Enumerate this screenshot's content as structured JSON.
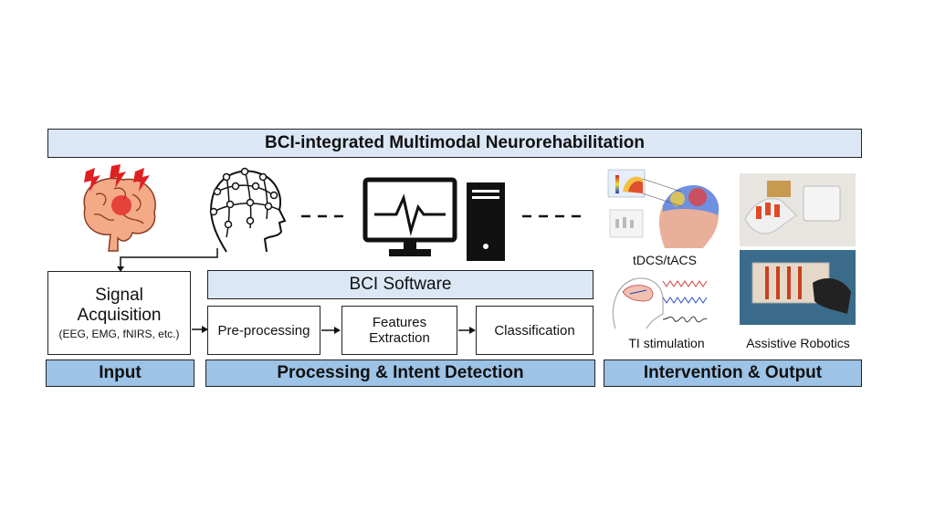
{
  "title": "BCI-integrated Multimodal Neurorehabilitation",
  "input": {
    "signal_box": {
      "line1": "Signal",
      "line2": "Acquisition",
      "sub": "(EEG, EMG, fNIRS, etc.)"
    },
    "section_label": "Input"
  },
  "processing": {
    "software_label": "BCI Software",
    "steps": [
      {
        "line1": "Pre-processing",
        "line2": ""
      },
      {
        "line1": "Features",
        "line2": "Extraction"
      },
      {
        "line1": "Classification",
        "line2": ""
      }
    ],
    "section_label": "Processing & Intent Detection"
  },
  "output": {
    "images": [
      {
        "caption": "tDCS/tACS",
        "icon": "brain-stimulation-model-image"
      },
      {
        "caption": "Assistive Robotics",
        "icon": "robotic-hand-photo"
      },
      {
        "caption": "TI stimulation",
        "icon": "ti-waveform-diagram"
      }
    ],
    "section_label": "Intervention & Output"
  },
  "colors": {
    "title_bg": "#dbe7f5",
    "section_bg": "#9dc3e6",
    "brain": "#f4a987",
    "alert": "#e02020"
  }
}
